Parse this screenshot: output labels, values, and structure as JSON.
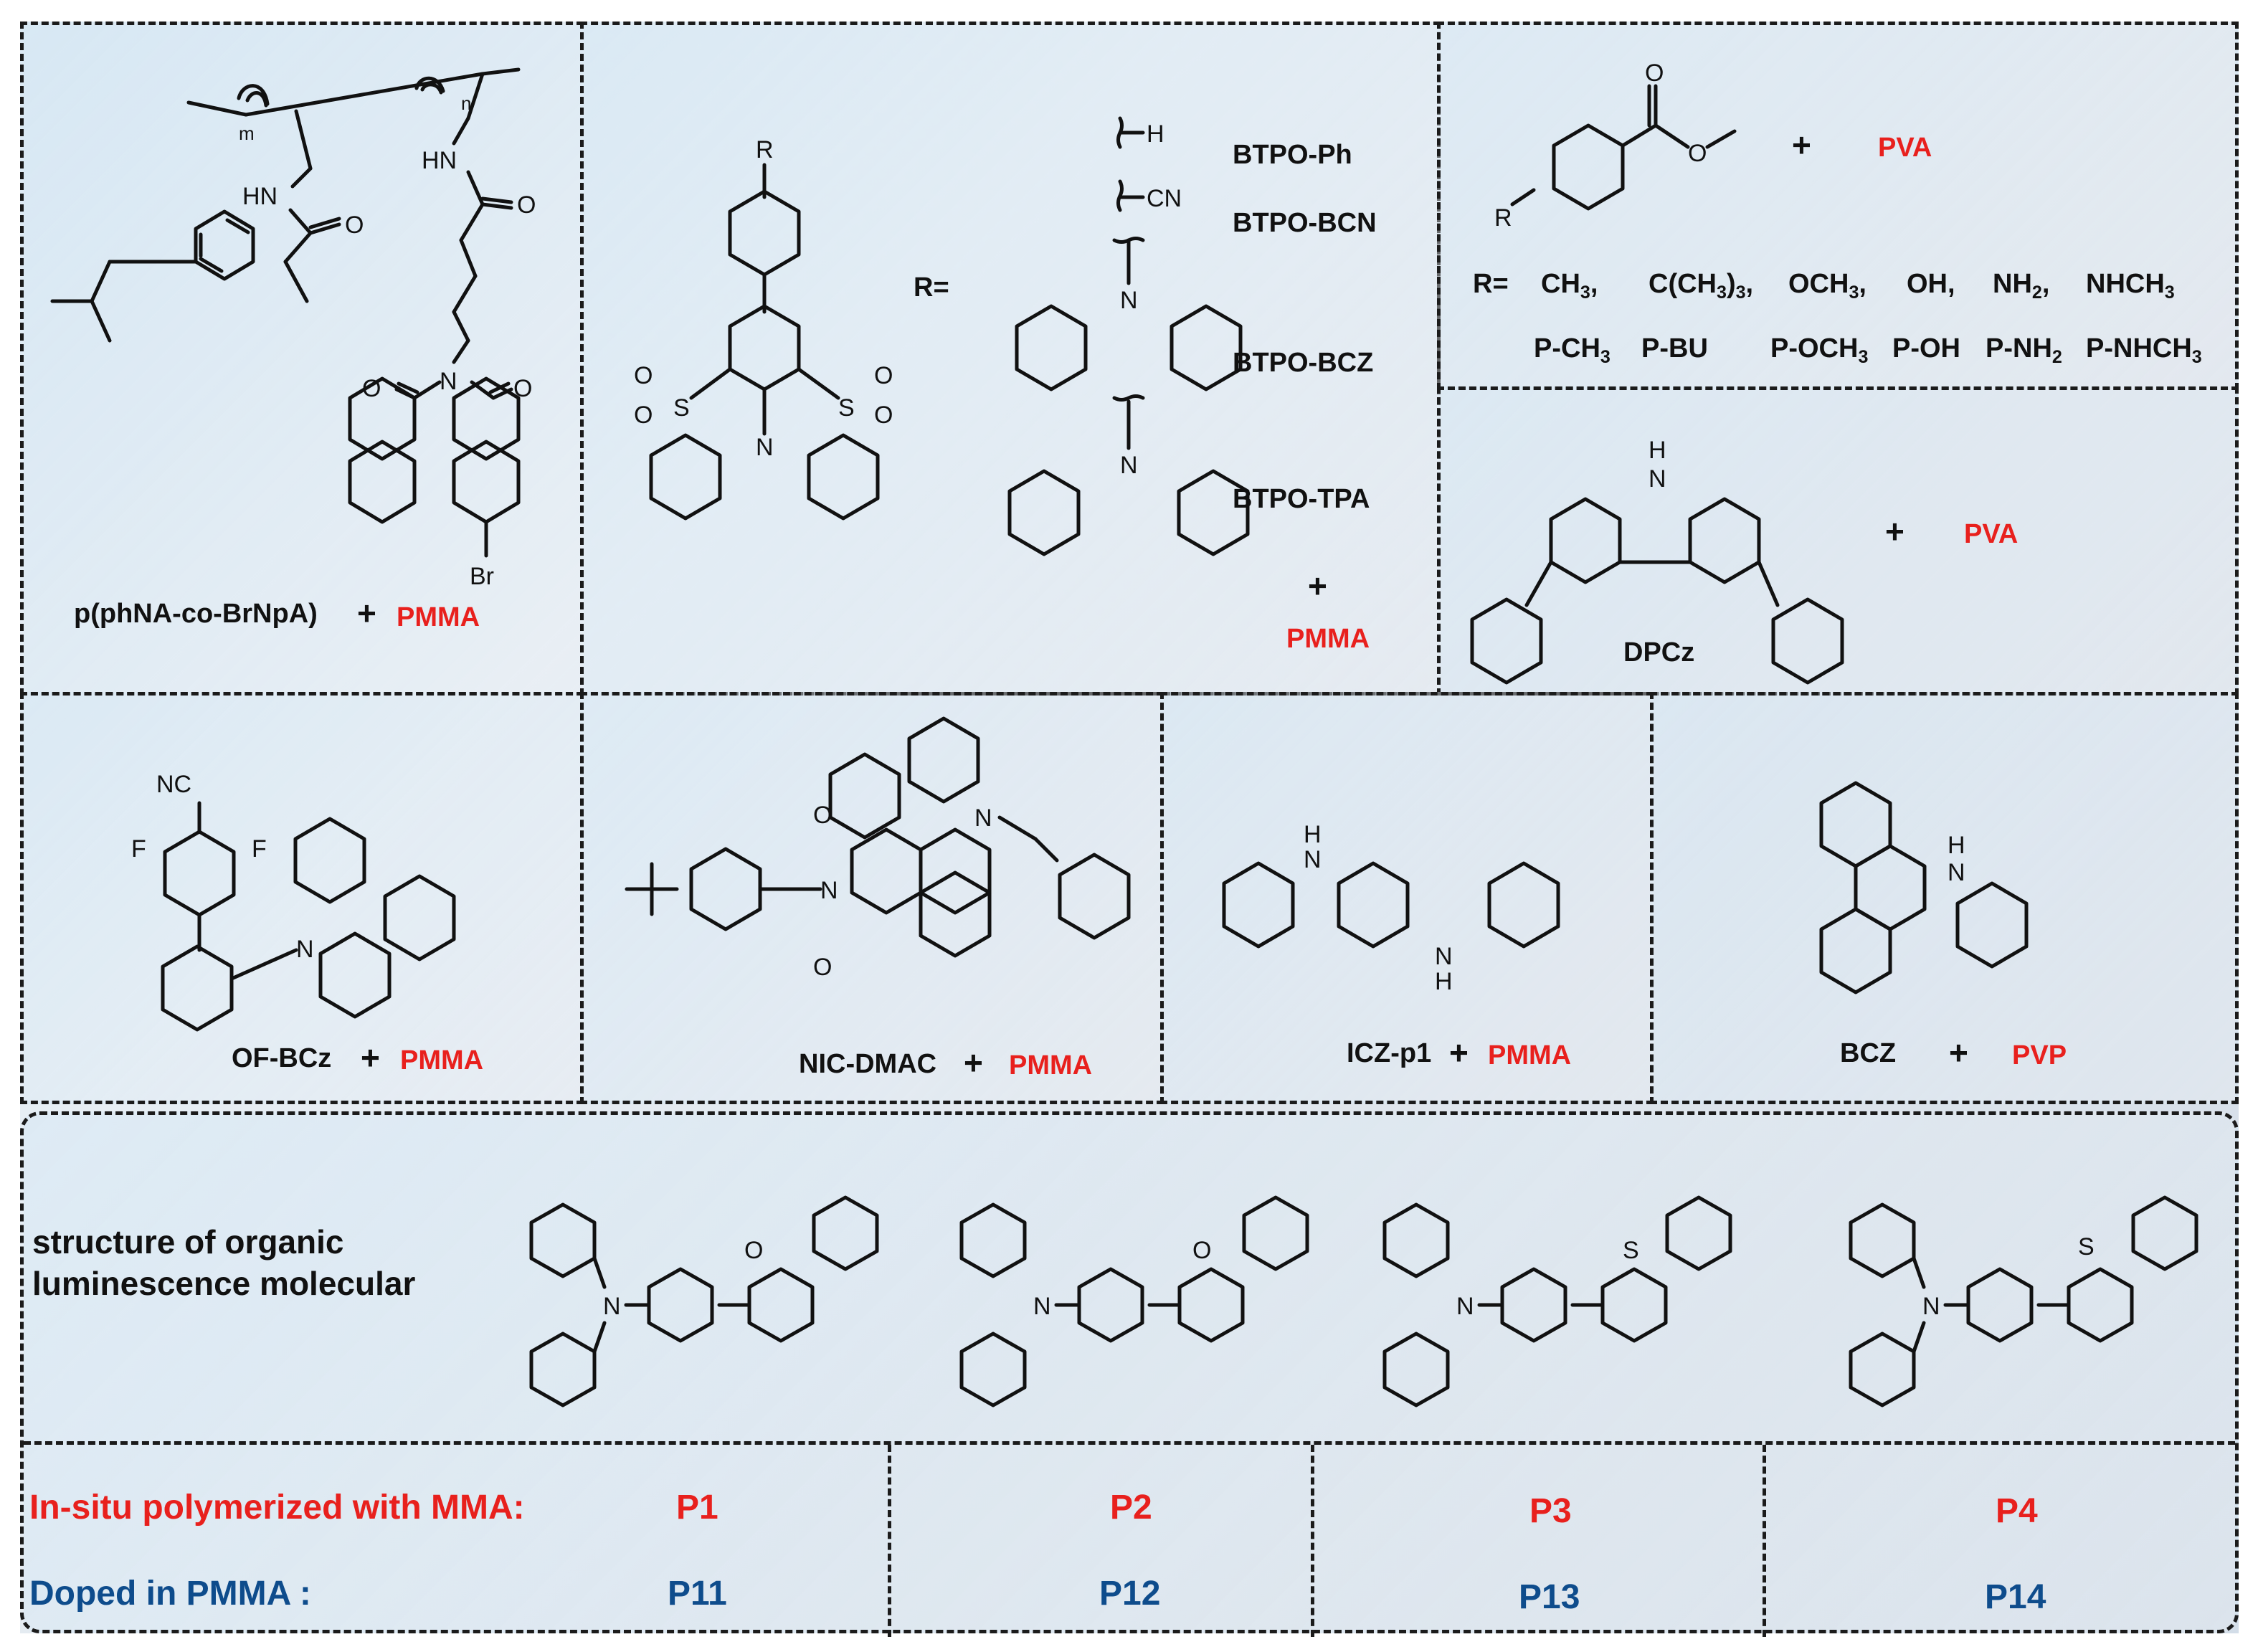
{
  "colors": {
    "accent_red": "#e8201d",
    "accent_blue": "#0e4c8c",
    "text": "#111111"
  },
  "panel1": {
    "compound": "p(phNA-co-BrNpA)",
    "matrix": "PMMA",
    "plus": "+",
    "atoms": {
      "m": "m",
      "n": "n",
      "hn1": "HN",
      "hn2": "HN",
      "o": "O",
      "n_imide": "N",
      "br": "Br"
    }
  },
  "panel2": {
    "r_prefix": "R=",
    "r_atom": "R",
    "variants": [
      {
        "name": "BTPO-Ph",
        "group": "H"
      },
      {
        "name": "BTPO-BCN",
        "group": "CN"
      },
      {
        "name": "BTPO-BCZ"
      },
      {
        "name": "BTPO-TPA"
      }
    ],
    "atoms": {
      "s": "S",
      "o": "O",
      "n": "N"
    },
    "plus": "+",
    "matrix": "PMMA"
  },
  "panel3": {
    "plus": "+",
    "matrix": "PVA",
    "r_atom": "R",
    "o": "O",
    "r_prefix": "R=",
    "substituents": [
      "CH",
      "C(CH",
      "OCH",
      "OH,",
      "NH",
      "NHCH"
    ],
    "products": [
      "P-CH",
      "P-BU",
      "P-OCH",
      "P-OH",
      "P-NH",
      "P-NHCH"
    ]
  },
  "panel4": {
    "compound": "DPCz",
    "plus": "+",
    "matrix": "PVA",
    "nh": "H",
    "n": "N"
  },
  "panel5": {
    "compound": "OF-BCz",
    "plus": "+",
    "matrix": "PMMA",
    "nc": "NC",
    "f": "F",
    "n": "N"
  },
  "panel6": {
    "compound": "NIC-DMAC",
    "plus": "+",
    "matrix": "PMMA",
    "n": "N",
    "o": "O"
  },
  "panel7": {
    "compound": "ICZ-p1",
    "plus": "+",
    "matrix": "PMMA",
    "n": "N",
    "h": "H"
  },
  "panel8": {
    "compound": "BCZ",
    "plus": "+",
    "matrix": "PVP",
    "n": "N",
    "h": "H"
  },
  "panel9": {
    "title_line1": "structure of organic",
    "title_line2": "luminescence molecular",
    "atoms": {
      "n": "N",
      "o": "O",
      "s": "S"
    },
    "row1_label": "In-situ polymerized with MMA:",
    "row2_label": "Doped in PMMA :",
    "row1_values": [
      "P1",
      "P2",
      "P3",
      "P4"
    ],
    "row2_values": [
      "P11",
      "P12",
      "P13",
      "P14"
    ]
  }
}
